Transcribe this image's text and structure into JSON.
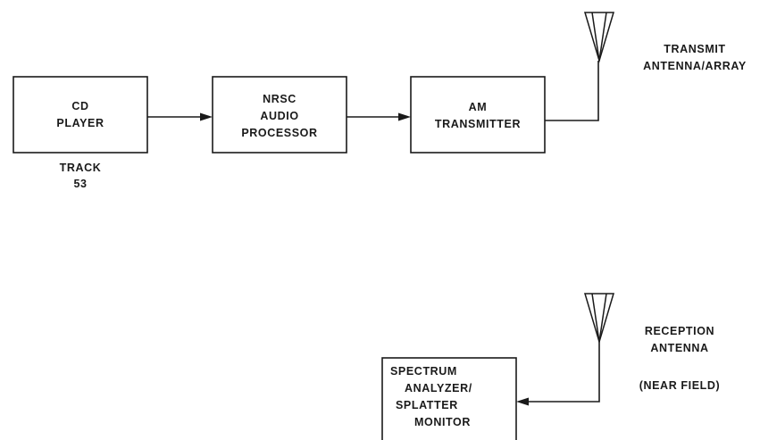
{
  "diagram": {
    "cd_player": {
      "line1": "CD",
      "line2": "PLAYER",
      "caption_line1": "TRACK",
      "caption_line2": "53"
    },
    "audio_processor": {
      "line1": "NRSC",
      "line2": "AUDIO",
      "line3": "PROCESSOR"
    },
    "transmitter": {
      "line1": "AM",
      "line2": "TRANSMITTER"
    },
    "transmit_antenna": {
      "line1": "TRANSMIT",
      "line2": "ANTENNA/ARRAY"
    },
    "reception_antenna": {
      "line1": "RECEPTION",
      "line2": "ANTENNA",
      "line3": "(NEAR FIELD)"
    },
    "analyzer": {
      "line1": "SPECTRUM",
      "line2": "ANALYZER/",
      "line3": "SPLATTER",
      "line4": "MONITOR"
    }
  }
}
